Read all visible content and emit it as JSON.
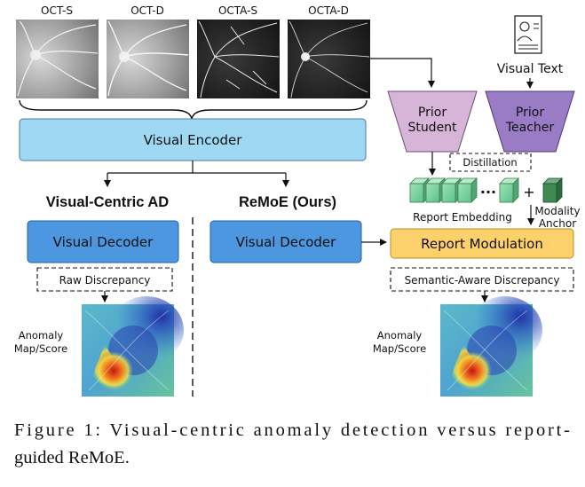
{
  "images": {
    "labels": [
      "OCT-S",
      "OCT-D",
      "OCTA-S",
      "OCTA-D"
    ]
  },
  "encoder": {
    "label": "Visual Encoder"
  },
  "left_branch": {
    "title": "Visual-Centric AD",
    "decoder": "Visual Decoder",
    "discrepancy": "Raw Discrepancy",
    "map_label_line1": "Anomaly",
    "map_label_line2": "Map/Score"
  },
  "right_branch": {
    "title": "ReMoE (Ours)",
    "decoder": "Visual Decoder",
    "modulation": "Report Modulation",
    "discrepancy": "Semantic-Aware Discrepancy",
    "map_label_line1": "Anomaly",
    "map_label_line2": "Map/Score"
  },
  "text_side": {
    "visual_text": "Visual Text",
    "student_line1": "Prior",
    "student_line2": "Student",
    "teacher_line1": "Prior",
    "teacher_line2": "Teacher",
    "distillation": "Distillation",
    "report_embedding": "Report Embedding",
    "ellipsis": "···",
    "plus": "+",
    "anchor_line1": "Modality",
    "anchor_line2": "Anchor"
  },
  "caption": {
    "line1": "Figure 1: Visual-centric anomaly detection versus report-",
    "line2": "guided ReMoE."
  },
  "colors": {
    "encoder_fill": "#9fd8f2",
    "decoder_fill": "#4c97e0",
    "modulation_fill": "#fcd06b",
    "student_fill": "#d6b5d9",
    "teacher_fill": "#9a7bc5",
    "cube_fill": "#7fd3a3",
    "anchor_fill": "#3f8a53"
  }
}
